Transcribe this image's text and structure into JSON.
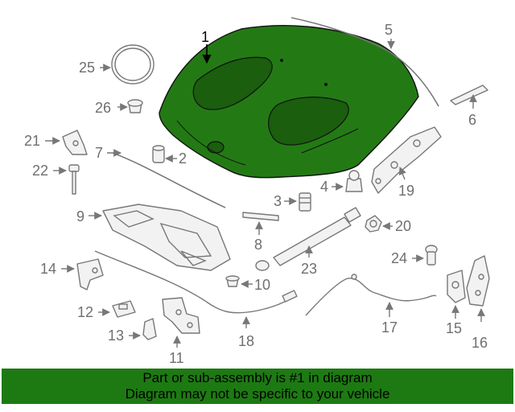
{
  "callouts": {
    "c1": "1",
    "c2": "2",
    "c3": "3",
    "c4": "4",
    "c5": "5",
    "c6": "6",
    "c7": "7",
    "c8": "8",
    "c9": "9",
    "c10": "10",
    "c11": "11",
    "c12": "12",
    "c13": "13",
    "c14": "14",
    "c15": "15",
    "c16": "16",
    "c17": "17",
    "c18": "18",
    "c19": "19",
    "c20": "20",
    "c21": "21",
    "c22": "22",
    "c23": "23",
    "c24": "24",
    "c25": "25",
    "c26": "26"
  },
  "banner": {
    "line1": "Part or sub-assembly is #1 in diagram",
    "line2": "Diagram may not be specific to your vehicle"
  },
  "colors": {
    "highlight": "#237a14",
    "banner_bg": "#1d7a12",
    "part_stroke": "#777777"
  }
}
